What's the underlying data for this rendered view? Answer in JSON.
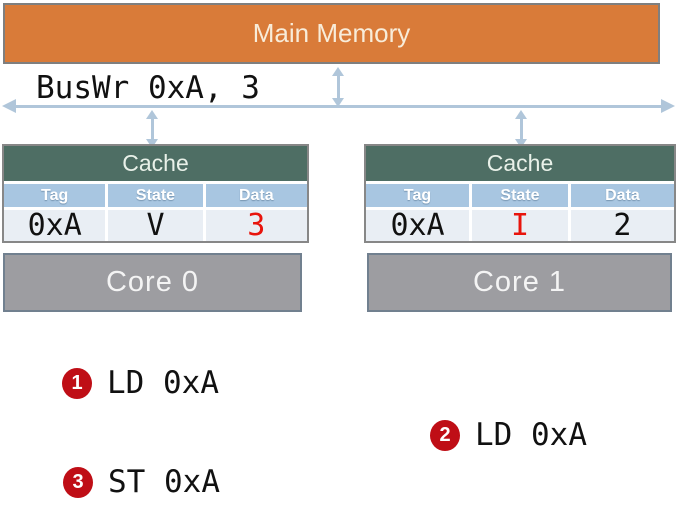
{
  "memory": {
    "label": "Main Memory"
  },
  "bus": {
    "label": "BusWr 0xA, 3"
  },
  "caches": [
    {
      "title": "Cache",
      "columns": [
        "Tag",
        "State",
        "Data"
      ],
      "row": [
        "0xA",
        "V",
        "3"
      ],
      "highlighted_cell": "Data"
    },
    {
      "title": "Cache",
      "columns": [
        "Tag",
        "State",
        "Data"
      ],
      "row": [
        "0xA",
        "I",
        "2"
      ],
      "highlighted_cell": "State"
    }
  ],
  "cores": [
    {
      "label": "Core 0"
    },
    {
      "label": "Core 1"
    }
  ],
  "instructions": [
    {
      "number": "1",
      "label": "LD 0xA"
    },
    {
      "number": "2",
      "label": "LD 0xA"
    },
    {
      "number": "3",
      "label": "ST 0xA"
    }
  ],
  "colors": {
    "memory_fill": "#d97b39",
    "bus_arrow": "#b0c6da",
    "cache_title_fill": "#4e6e64",
    "column_header_fill": "#a8c6e1",
    "table_row_fill": "#e9eef4",
    "highlight_red": "#e8140c",
    "instruction_circle_red": "#bf0e16",
    "core_fill": "#9d9da1"
  }
}
